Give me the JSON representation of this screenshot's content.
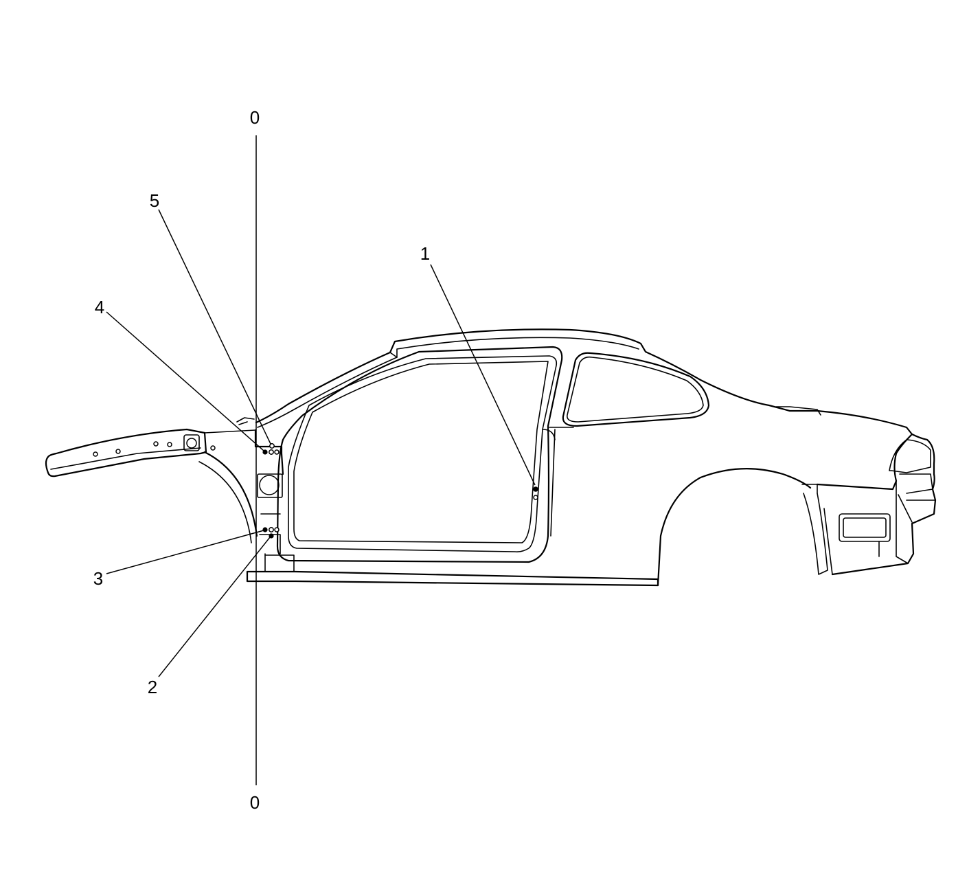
{
  "diagram": {
    "reference_line": {
      "top_label": "0",
      "bottom_label": "0"
    },
    "callouts": [
      {
        "id": "1",
        "label": "1"
      },
      {
        "id": "2",
        "label": "2"
      },
      {
        "id": "3",
        "label": "3"
      },
      {
        "id": "4",
        "label": "4"
      },
      {
        "id": "5",
        "label": "5"
      }
    ]
  }
}
